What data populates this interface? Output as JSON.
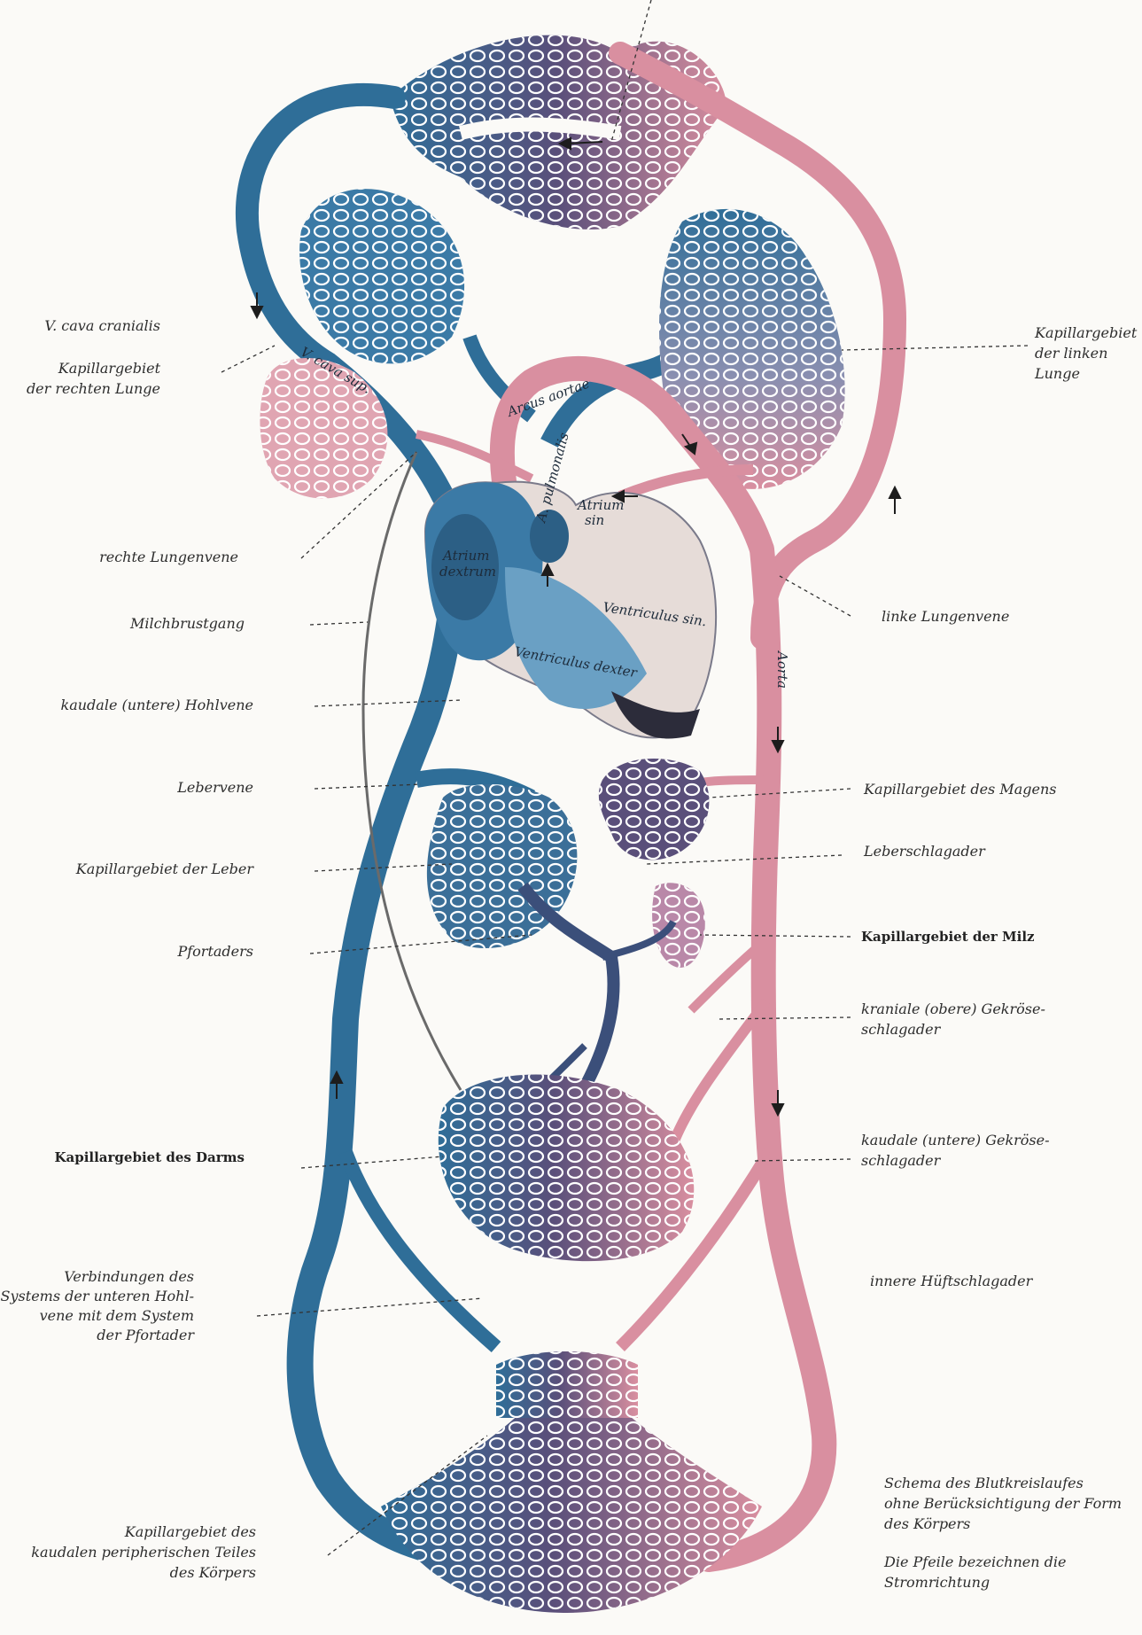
{
  "labels": {
    "v_cava_cranialis": "V. cava cranialis",
    "kap_rechte_lunge": [
      "Kapillargebiet",
      "der rechten Lunge"
    ],
    "kap_linke_lunge": [
      "Kapillargebiet",
      "der linken",
      "Lunge"
    ],
    "rechte_lungenvene": "rechte Lungenvene",
    "milchbrustgang": "Milchbrustgang",
    "kaudale_hohlvene": "kaudale (untere) Hohlvene",
    "linke_lungenvene": "linke Lungenvene",
    "lebervene": "Lebervene",
    "kap_magen": "Kapillargebiet des Magens",
    "leberschlagader": "Leberschlagader",
    "kap_leber": "Kapillargebiet der Leber",
    "pfortaders": "Pfortaders",
    "kap_milz": "Kapillargebiet der Milz",
    "kraniale_gekroese": [
      "kraniale (obere) Gekröse-",
      "schlagader"
    ],
    "kap_darms": "Kapillargebiet des Darms",
    "kaudale_gekroese": [
      "kaudale (untere) Gekröse-",
      "schlagader"
    ],
    "innere_hueft": "innere Hüftschlagader",
    "verbindungen": [
      "Verbindungen des",
      "Systems der unteren Hohl-",
      "vene mit dem System",
      "der Pfortader"
    ],
    "kap_kaudal": [
      "Kapillargebiet des",
      "kaudalen peripherischen Teiles",
      "des Körpers"
    ],
    "schema": [
      "Schema des Blutkreislaufes",
      "ohne Berücksichtigung der Form",
      "des Körpers"
    ],
    "pfeile": [
      "Die Pfeile bezeichnen die",
      "Stromrichtung"
    ]
  },
  "vessel_labels": {
    "v_cava_sup": "V. cava sup.",
    "arcus_aortae": "Arcus aortae",
    "a_pulmonalis": "A. pulmonalis",
    "atrium_sin": [
      "Atrium",
      "sin"
    ],
    "atrium_dextrum": [
      "Atrium",
      "dextrum"
    ],
    "ventriculus_sin": "Ventriculus sin.",
    "ventriculus_dexter": "Ventriculus dexter",
    "aorta": "Aorta"
  },
  "colors": {
    "venous": "#2f6e98",
    "venous_dark": "#1f4f74",
    "arterial": "#d98fa0",
    "arterial_dark": "#b56578",
    "mixed": "#5a4f7a",
    "heart_right": "#6aa0c4",
    "heart_left": "#e6dcd8"
  }
}
